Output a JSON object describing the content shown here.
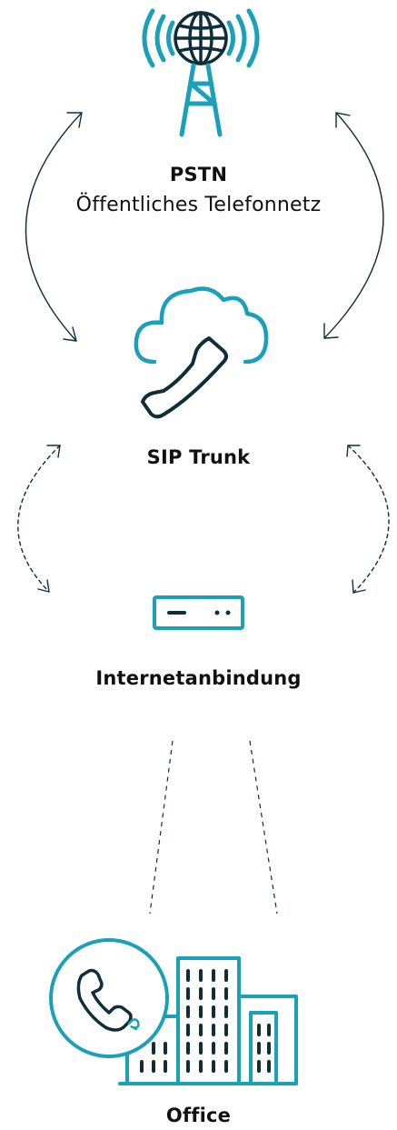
{
  "nodes": {
    "pstn": {
      "title": "PSTN",
      "subtitle": "Öffentliches Telefonnetz"
    },
    "sip": {
      "title": "SIP Trunk"
    },
    "internet": {
      "title": "Internetanbindung"
    },
    "office": {
      "title": "Office"
    }
  },
  "colors": {
    "teal": "#1aa0b8",
    "dark": "#0f2e3a",
    "text": "#111111"
  },
  "icons": {
    "pstn": "radio-tower-globe-icon",
    "sip": "cloud-phone-icon",
    "internet": "router-icon",
    "office": "office-buildings-phone-icon"
  }
}
